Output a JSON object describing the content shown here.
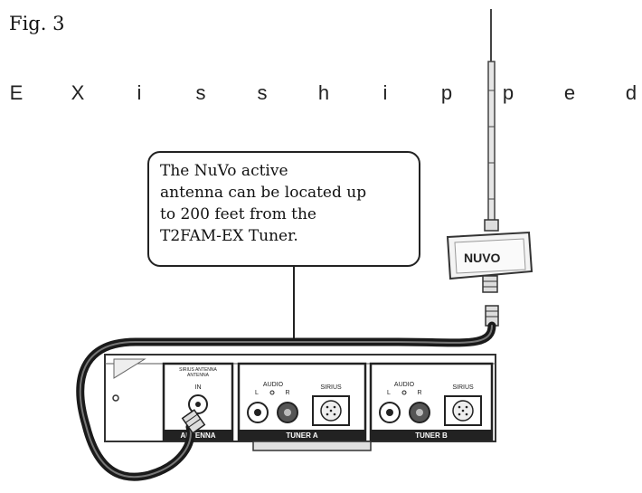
{
  "figure_label": "Fig. 3",
  "spaced_letters": [
    "E",
    "X",
    "i",
    "s",
    "s",
    "h",
    "i",
    "p",
    "p",
    "e",
    "d"
  ],
  "callout": {
    "lines": [
      "The NuVo active",
      "antenna can be located  up",
      "to 200 feet from the",
      "T2FAM-EX Tuner."
    ]
  },
  "antenna": {
    "brand": "NUVO"
  },
  "tuner": {
    "antenna_section": {
      "top_label_1": "SIRIUS ANTENNA",
      "top_label_2": "ANTENNA",
      "in_label": "IN",
      "bottom_label": "ANTENNA"
    },
    "tuner_a": {
      "audio_label": "AUDIO",
      "l_label": "L",
      "r_label": "R",
      "sirius_label": "SIRIUS",
      "bottom_label": "TUNER A"
    },
    "tuner_b": {
      "audio_label": "AUDIO",
      "l_label": "L",
      "r_label": "R",
      "sirius_label": "SIRIUS",
      "bottom_label": "TUNER B"
    }
  }
}
